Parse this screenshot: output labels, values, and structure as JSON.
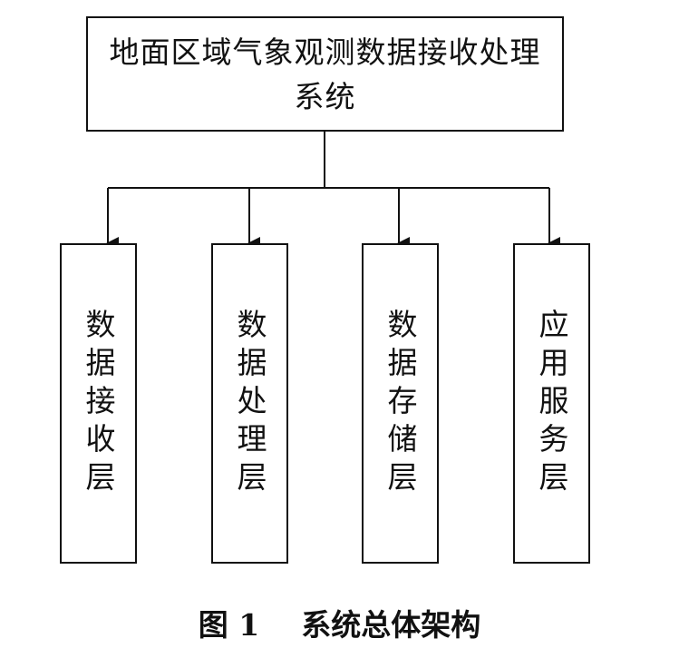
{
  "diagram": {
    "root": "地面区域气象观测数据接收处理系统",
    "layers": [
      "数据接收层",
      "数据处理层",
      "数据存储层",
      "应用服务层"
    ]
  },
  "caption": {
    "label": "图 1",
    "title": "系统总体架构"
  }
}
